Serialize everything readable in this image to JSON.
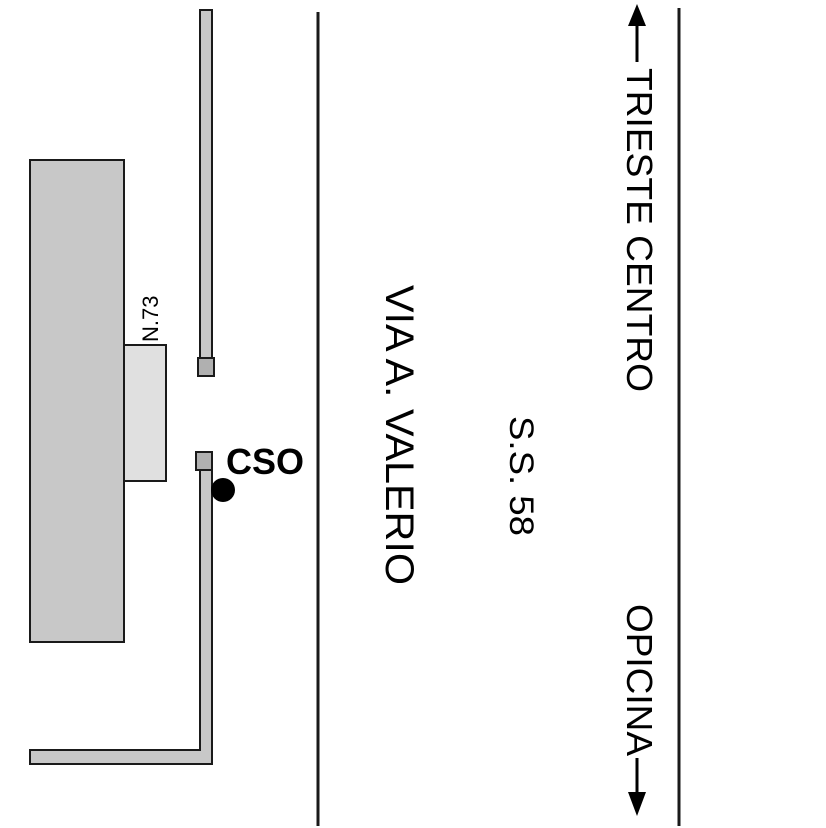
{
  "map": {
    "colors": {
      "background": "#ffffff",
      "building_fill": "#c8c8c8",
      "annex_fill": "#e0e0e0",
      "wall_fill": "#c8c8c8",
      "stroke": "#1a1a1a"
    },
    "building_label": "N.73",
    "point_label": "CSO",
    "street_name": "VIA A. VALERIO",
    "road_code": "S.S. 58",
    "direction_north": "TRIESTE CENTRO",
    "direction_south": "OPICINA"
  }
}
